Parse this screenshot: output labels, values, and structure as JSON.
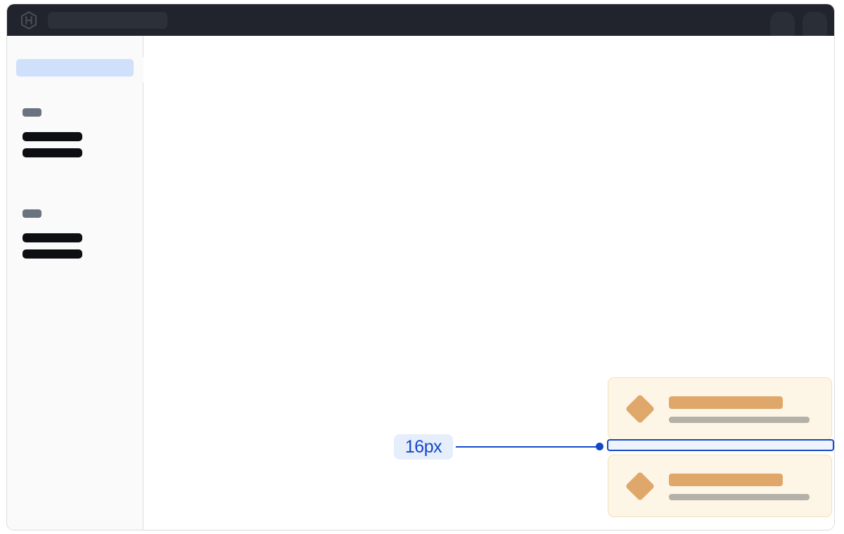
{
  "window": {
    "name": "design-inspector-window"
  },
  "topbar": {
    "logo_icon": "hexagon-logo-icon",
    "search": {
      "value": "",
      "placeholder": ""
    },
    "right_controls": [
      {
        "name": "topbar-chip-1",
        "icon": "placeholder-chip-icon"
      },
      {
        "name": "topbar-chip-2",
        "icon": "placeholder-chip-icon"
      }
    ],
    "background_color": "#21242c"
  },
  "sidebar": {
    "background_color": "#fafafa",
    "active_item": {
      "name": "sidebar-active-item",
      "label": "",
      "color": "#cfe0fb"
    },
    "collapse_handle": {
      "name": "sidebar-collapse-tab",
      "icon": "collapse-tab-icon"
    },
    "groups": [
      {
        "label": "",
        "label_color": "#6b7280",
        "items": [
          {
            "label": "",
            "color": "#0d0e12"
          },
          {
            "label": "",
            "color": "#0d0e12"
          }
        ]
      },
      {
        "label": "",
        "label_color": "#6b7280",
        "items": [
          {
            "label": "",
            "color": "#0d0e12"
          },
          {
            "label": "",
            "color": "#0d0e12"
          }
        ]
      }
    ]
  },
  "canvas": {
    "background_color": "#ffffff",
    "cards": [
      {
        "name": "card-top",
        "icon": "diamond-icon",
        "icon_color": "#dfa86a",
        "title": "",
        "subtitle": "",
        "background_color": "#fdf6e6",
        "border_color": "#f3e0ba"
      },
      {
        "name": "card-bottom",
        "icon": "diamond-icon",
        "icon_color": "#dfa86a",
        "title": "",
        "subtitle": "",
        "background_color": "#fdf6e6",
        "border_color": "#f3e0ba"
      }
    ]
  },
  "measurement": {
    "label": "16px",
    "value": 16,
    "unit": "px",
    "accent_color": "#1249c9",
    "label_background_color": "#e6edfb",
    "gap_fill_color": "#eef3fd",
    "leader_line": "measure-leader-line",
    "endpoint": "measure-endpoint-dot"
  }
}
